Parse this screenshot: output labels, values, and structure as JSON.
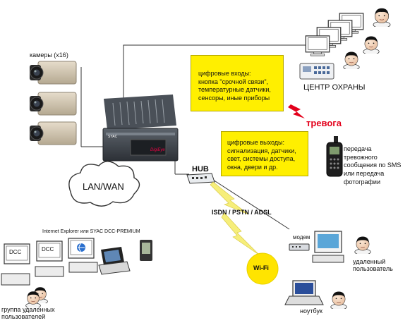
{
  "labels": {
    "cameras": "камеры (x16)",
    "inputs_title": "цифровые входы:",
    "inputs_body": "кнопка \"срочной связи\", температурные датчики, сенсоры, иные приборы",
    "security_center": "ЦЕНТР ОХРАНЫ",
    "alarm": "тревога",
    "outputs_title": "цифровые выходы:",
    "outputs_body": "сигнализация, датчики, свет, системы доступа, окна, двери и др.",
    "sms": "передача тревожного сообщения по SMS или передача фотографии",
    "hub": "HUB",
    "lan": "LAN/WAN",
    "isdn": "ISDN / PSTN / ADSL",
    "ie": "Internet Explorer или SYAC DCC-PREMIUM",
    "modem": "модем",
    "remote_user": "удаленный пользователь",
    "wifi": "Wi-Fi",
    "laptop": "ноутбук",
    "remote_group": "группа удаленных пользователей",
    "dcc1": "DCC",
    "dcc2": "DCC",
    "server_brand1": "SYAC",
    "server_brand2": "DigiEye"
  },
  "colors": {
    "note_fill": "#ffef00",
    "alarm_red": "#e3001b",
    "wifi_yellow": "#ffe400",
    "line": "#333333"
  }
}
